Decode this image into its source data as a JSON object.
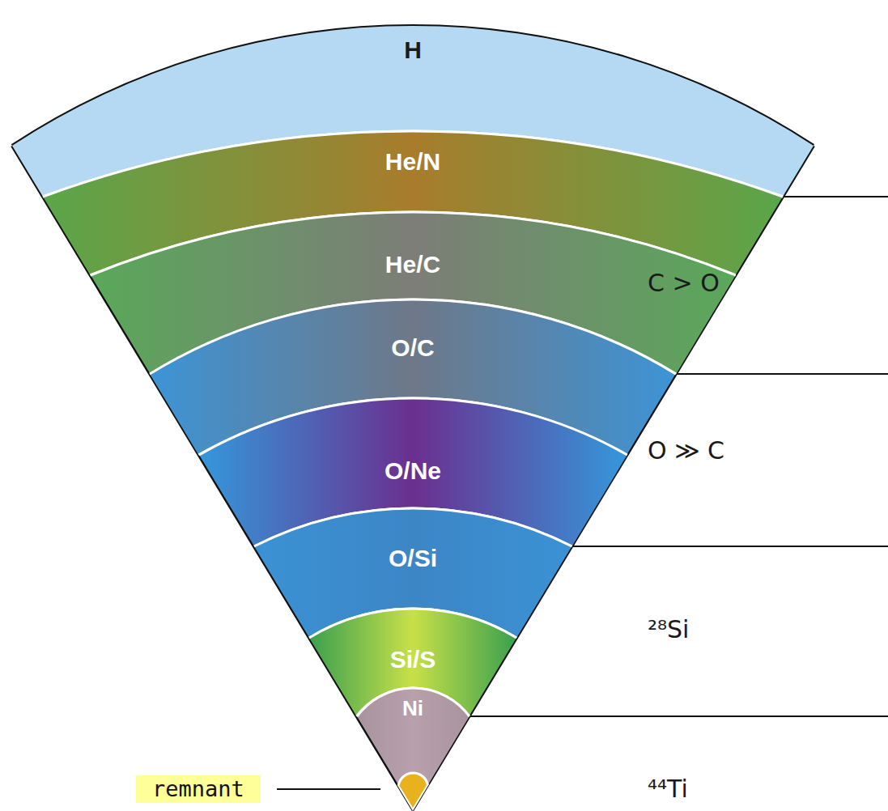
{
  "diagram": {
    "nodes": [
      {
        "text": [
          "H"
        ]
      },
      {
        "text": [
          "He/N"
        ]
      },
      {
        "text": [
          "He/C"
        ]
      },
      {
        "text": [
          "O/C"
        ]
      },
      {
        "text": [
          "O/Ne"
        ]
      },
      {
        "text": [
          "O/Si"
        ]
      },
      {
        "text": [
          "Si/S"
        ]
      },
      {
        "text": [
          "Ni"
        ]
      },
      {
        "text": [
          "remnant"
        ]
      }
    ],
    "labels": [
      "C > O",
      "O ≫ C",
      "²⁸Si",
      "⁴⁴Ti"
    ]
  }
}
